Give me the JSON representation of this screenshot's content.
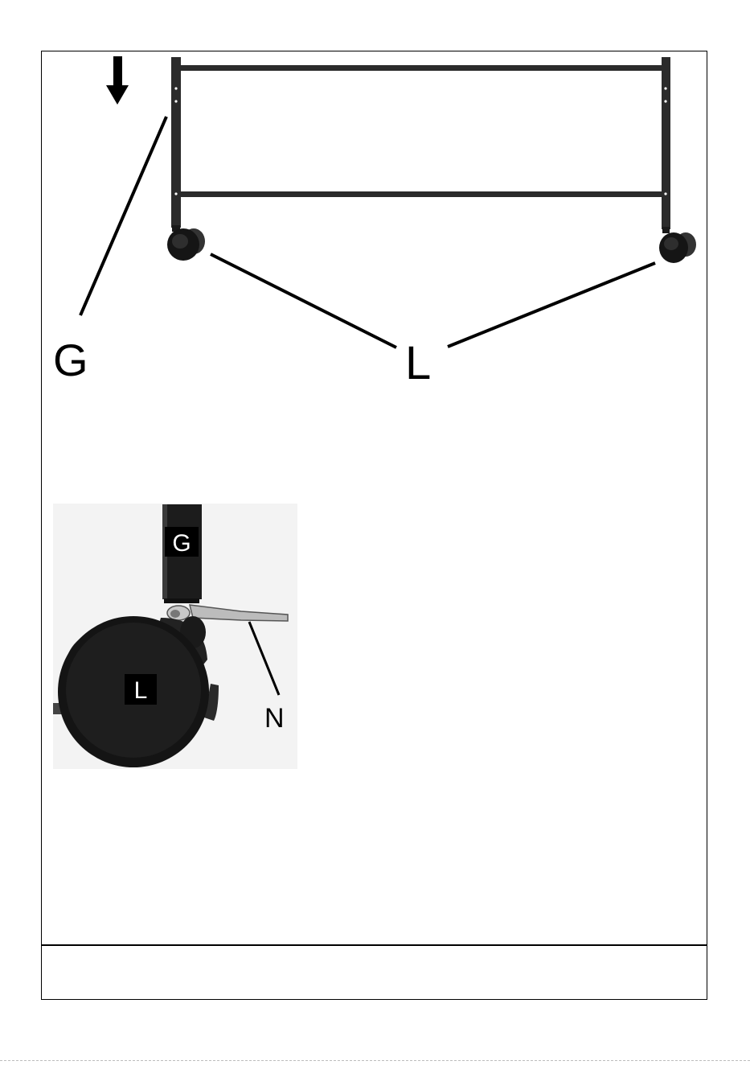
{
  "top_figure": {
    "label_frame": "G",
    "label_casters": "L"
  },
  "detail_figure": {
    "label_frame_tube": "G",
    "label_caster": "L",
    "label_wrench": "N"
  },
  "footer": {
    "text": ""
  },
  "colors": {
    "line": "#000000",
    "frame_metal": "#2b2b2b",
    "caster_dark": "#151515",
    "photo_bg": "#f3f3f3"
  },
  "icons": {
    "direction": "arrow-down-icon"
  }
}
